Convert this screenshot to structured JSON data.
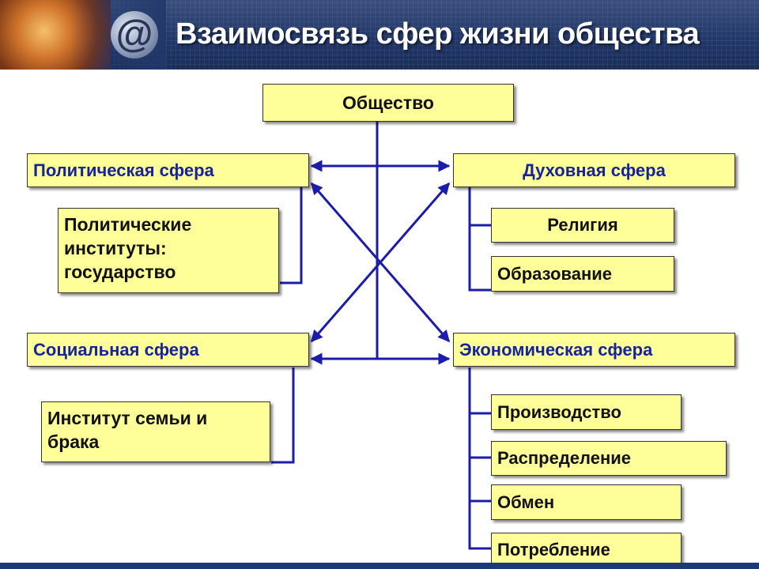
{
  "header": {
    "title": "Взаимосвязь сфер жизни общества",
    "logo_icon": "at-sign-icon",
    "colors": {
      "banner": "#22386a",
      "title": "#ffffff"
    }
  },
  "diagram": {
    "root": "Общество",
    "spheres": {
      "political": {
        "label": "Политическая сфера",
        "items": [
          "Политические\nинституты:\nгосударство"
        ]
      },
      "spiritual": {
        "label": "Духовная сфера",
        "items": [
          "Религия",
          "Образование"
        ]
      },
      "social": {
        "label": "Социальная сфера",
        "items": [
          "Институт семьи и\nбрака"
        ]
      },
      "economic": {
        "label": "Экономическая сфера",
        "items": [
          "Производство",
          "Распределение",
          "Обмен",
          "Потребление"
        ]
      }
    },
    "colors": {
      "box_fill": "#ffff99",
      "connector": "#1c1caa",
      "sphere_label": "#16239a"
    }
  }
}
